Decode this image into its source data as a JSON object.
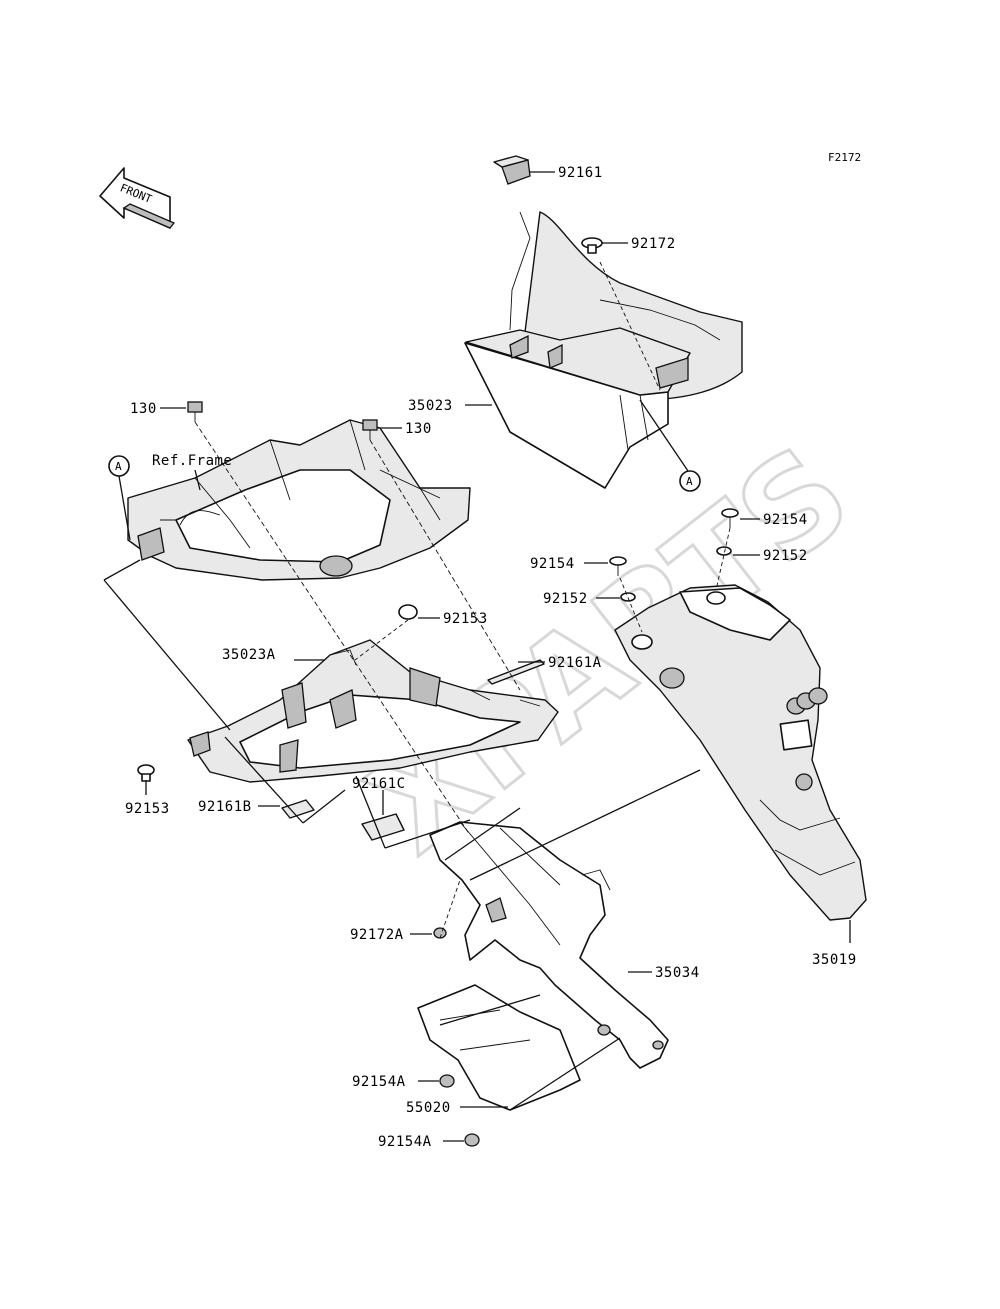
{
  "figure_code": "F2172",
  "front_arrow_text": "FRONT",
  "ref_frame_label": "Ref.Frame",
  "watermark_text": "XPARTS",
  "callout_marker": "A",
  "parts": [
    {
      "id": "p92161",
      "number": "92161"
    },
    {
      "id": "p92172",
      "number": "92172"
    },
    {
      "id": "p130a",
      "number": "130"
    },
    {
      "id": "p130b",
      "number": "130"
    },
    {
      "id": "p35023",
      "number": "35023"
    },
    {
      "id": "p92154a",
      "number": "92154"
    },
    {
      "id": "p92152a",
      "number": "92152"
    },
    {
      "id": "p92154b",
      "number": "92154"
    },
    {
      "id": "p92152b",
      "number": "92152"
    },
    {
      "id": "p92153a",
      "number": "92153"
    },
    {
      "id": "p35023A",
      "number": "35023A"
    },
    {
      "id": "p92161A",
      "number": "92161A"
    },
    {
      "id": "p92153b",
      "number": "92153"
    },
    {
      "id": "p92161B",
      "number": "92161B"
    },
    {
      "id": "p92161C",
      "number": "92161C"
    },
    {
      "id": "p92172A",
      "number": "92172A"
    },
    {
      "id": "p35034",
      "number": "35034"
    },
    {
      "id": "p35019",
      "number": "35019"
    },
    {
      "id": "p92154A1",
      "number": "92154A"
    },
    {
      "id": "p55020",
      "number": "55020"
    },
    {
      "id": "p92154A2",
      "number": "92154A"
    }
  ]
}
